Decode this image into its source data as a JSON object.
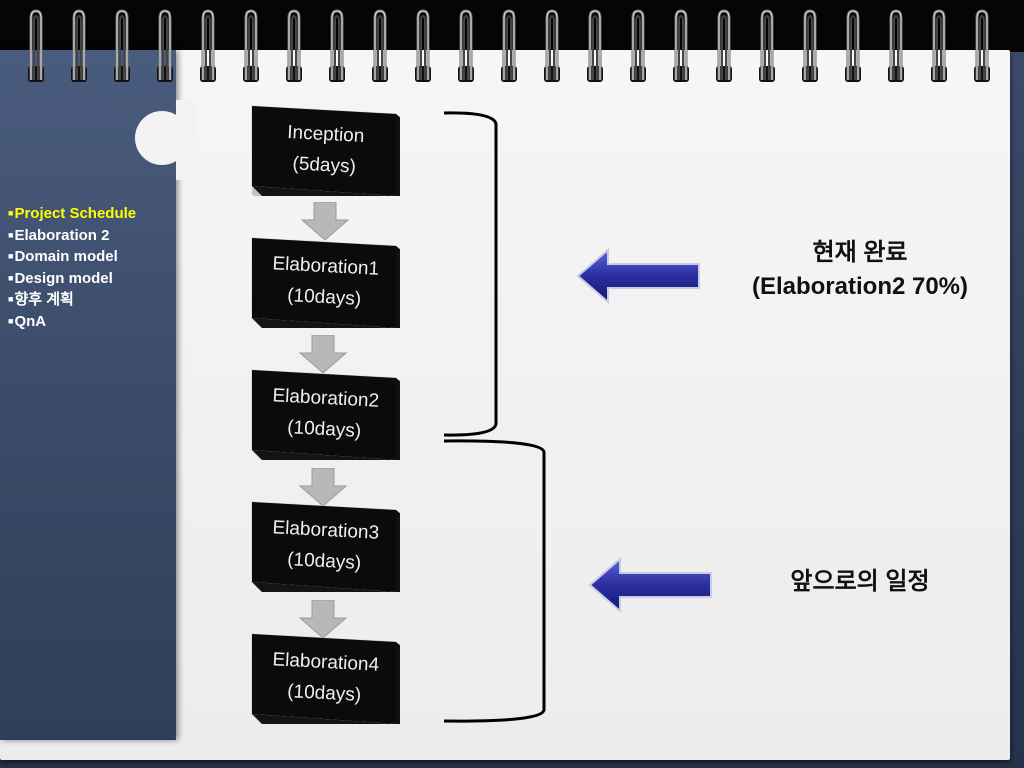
{
  "sidebar": {
    "items": [
      {
        "label": "Project Schedule",
        "active": true
      },
      {
        "label": "Elaboration 2",
        "active": false
      },
      {
        "label": "Domain model",
        "active": false
      },
      {
        "label": "Design model",
        "active": false
      },
      {
        "label": "향후 계획",
        "active": false
      },
      {
        "label": "QnA",
        "active": false
      }
    ]
  },
  "flow": {
    "steps": [
      {
        "name": "Inception",
        "duration": "(5days)"
      },
      {
        "name": "Elaboration1",
        "duration": "(10days)"
      },
      {
        "name": "Elaboration2",
        "duration": "(10days)"
      },
      {
        "name": "Elaboration3",
        "duration": "(10days)"
      },
      {
        "name": "Elaboration4",
        "duration": "(10days)"
      }
    ]
  },
  "status": {
    "current_line1": "현재 완료",
    "current_line2": "(Elaboration2 70%)",
    "upcoming": "앞으로의 일정"
  },
  "colors": {
    "active_item": "#ffff00",
    "arrow_blue": "#2a2f9e",
    "box": "#0b0b0b"
  },
  "icons": {
    "binding": "spiral-ring-icon",
    "connector": "down-arrow-icon",
    "pointer": "left-arrow-icon"
  }
}
